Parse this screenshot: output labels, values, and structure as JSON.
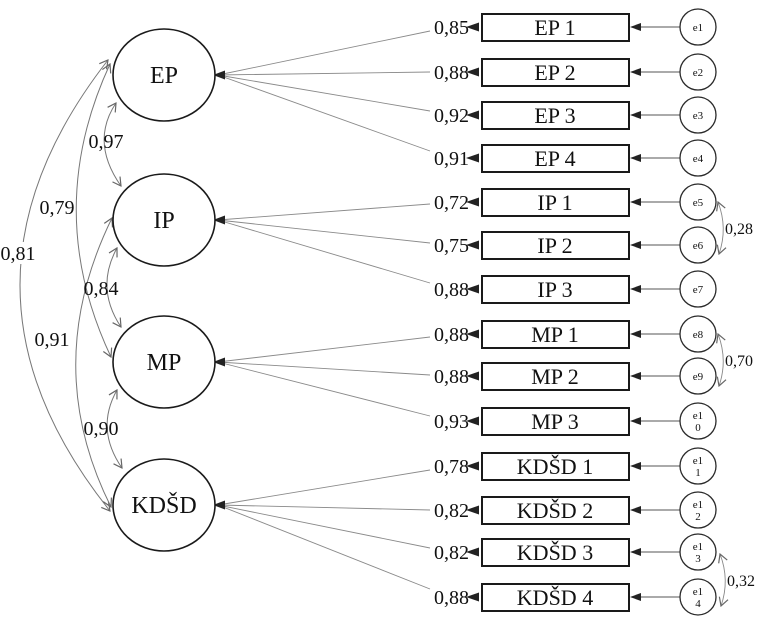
{
  "diagram": {
    "type": "sem-path-diagram",
    "factors": [
      {
        "id": "ep",
        "label": "EP"
      },
      {
        "id": "ip",
        "label": "IP"
      },
      {
        "id": "mp",
        "label": "MP"
      },
      {
        "id": "kdsd",
        "label": "KDŠD"
      }
    ],
    "indicators": [
      {
        "label": "EP 1",
        "loading": "0,85",
        "error_lines": [
          "e1"
        ]
      },
      {
        "label": "EP 2",
        "loading": "0,88",
        "error_lines": [
          "e2"
        ]
      },
      {
        "label": "EP 3",
        "loading": "0,92",
        "error_lines": [
          "e3"
        ]
      },
      {
        "label": "EP 4",
        "loading": "0,91",
        "error_lines": [
          "e4"
        ]
      },
      {
        "label": "IP 1",
        "loading": "0,72",
        "error_lines": [
          "e5"
        ]
      },
      {
        "label": "IP 2",
        "loading": "0,75",
        "error_lines": [
          "e6"
        ]
      },
      {
        "label": "IP 3",
        "loading": "0,88",
        "error_lines": [
          "e7"
        ]
      },
      {
        "label": "MP 1",
        "loading": "0,88",
        "error_lines": [
          "e8"
        ]
      },
      {
        "label": "MP 2",
        "loading": "0,88",
        "error_lines": [
          "e9"
        ]
      },
      {
        "label": "MP 3",
        "loading": "0,93",
        "error_lines": [
          "e1",
          "0"
        ]
      },
      {
        "label": "KDŠD 1",
        "loading": "0,78",
        "error_lines": [
          "e1",
          "1"
        ]
      },
      {
        "label": "KDŠD 2",
        "loading": "0,82",
        "error_lines": [
          "e1",
          "2"
        ]
      },
      {
        "label": "KDŠD 3",
        "loading": "0,82",
        "error_lines": [
          "e1",
          "3"
        ]
      },
      {
        "label": "KDŠD 4",
        "loading": "0,88",
        "error_lines": [
          "e1",
          "4"
        ]
      }
    ],
    "factor_correlations": [
      {
        "pair": "EP-IP",
        "value": "0,97"
      },
      {
        "pair": "EP-MP",
        "value": "0,79"
      },
      {
        "pair": "EP-KDŠD",
        "value": "0,81"
      },
      {
        "pair": "IP-MP",
        "value": "0,84"
      },
      {
        "pair": "IP-KDŠD",
        "value": "0,91"
      },
      {
        "pair": "MP-KDŠD",
        "value": "0,90"
      }
    ],
    "error_correlations": [
      {
        "pair": "e5-e6",
        "value": "0,28"
      },
      {
        "pair": "e8-e9",
        "value": "0,70"
      },
      {
        "pair": "e13-e14",
        "value": "0,32"
      }
    ]
  }
}
